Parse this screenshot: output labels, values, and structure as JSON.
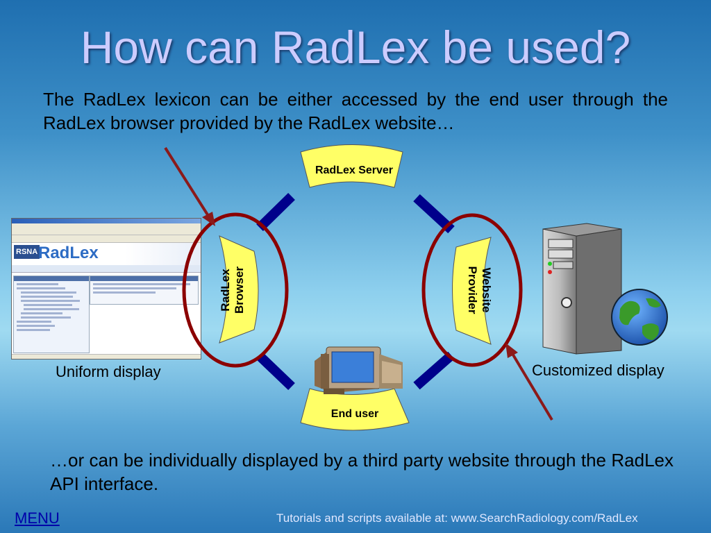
{
  "title": "How can RadLex be used?",
  "intro": "The RadLex lexicon can be either accessed by the end user through the RadLex browser provided by the RadLex website…",
  "outro": "…or can be individually displayed by a third party website through the RadLex API interface.",
  "diagram": {
    "server_label": "RadLex Server",
    "browser_label_line1": "RadLex",
    "browser_label_line2": "Browser",
    "provider_label_line1": "Website",
    "provider_label_line2": "Provider",
    "enduser_label": "End user",
    "uniform_display": "Uniform display",
    "customized_display": "Customized display",
    "screenshot_logo_rsna": "RSNA",
    "screenshot_logo_radlex": "RadLex"
  },
  "nav": {
    "menu": "MENU"
  },
  "footer": "Tutorials and scripts available at: www.SearchRadiology.com/RadLex",
  "colors": {
    "title": "#ccccff",
    "label_fill": "#ffff66",
    "connector": "#00008b",
    "ellipse": "#8b0000",
    "arrow": "#8b1a1a"
  },
  "icons": [
    "desktop-computer-icon",
    "server-tower-icon",
    "globe-icon",
    "browser-screenshot"
  ]
}
